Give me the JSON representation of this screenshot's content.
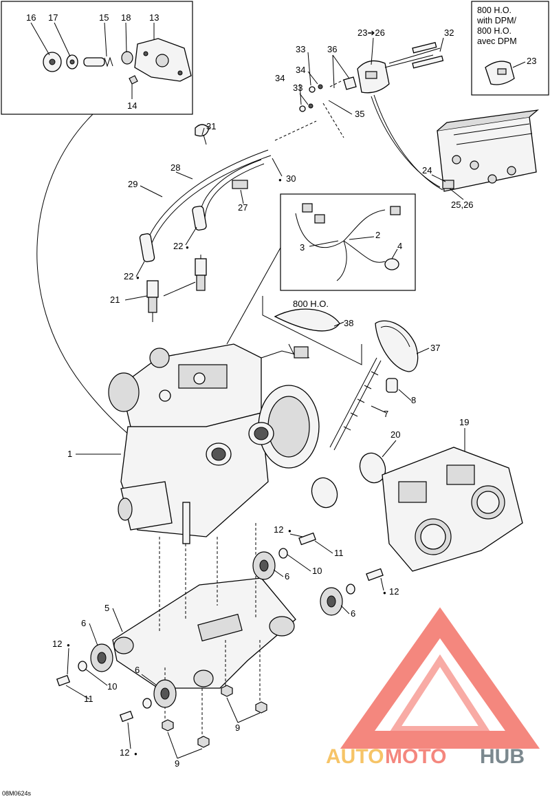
{
  "labels": {
    "p1": "1",
    "p2": "2",
    "p3": "3",
    "p4": "4",
    "p5": "5",
    "p6a": "6",
    "p6b": "6",
    "p6c": "6",
    "p6d": "6",
    "p7": "7",
    "p8": "8",
    "p9a": "9",
    "p9b": "9",
    "p10a": "10",
    "p10b": "10",
    "p11a": "11",
    "p11b": "11",
    "p12a": "12",
    "p12b": "12",
    "p12c": "12",
    "p12d": "12",
    "p13": "13",
    "p14": "14",
    "p15": "15",
    "p16": "16",
    "p17": "17",
    "p18": "18",
    "p19": "19",
    "p20": "20",
    "p21": "21",
    "p22a": "22",
    "p22b": "22",
    "p23": "23",
    "p23to26": "23➔26",
    "p24": "24",
    "p25_26": "25,26",
    "p27": "27",
    "p28": "28",
    "p29": "29",
    "p30": "30",
    "p31": "31",
    "p32": "32",
    "p33a": "33",
    "p33b": "33",
    "p34a": "34",
    "p34b": "34",
    "p35": "35",
    "p36": "36",
    "p37": "37",
    "p38": "38"
  },
  "model_note": "800 H.O.",
  "dpm_box": [
    "800 H.O.",
    "with DPM/",
    "800 H.O.",
    "avec DPM"
  ],
  "figure_code": "08M0624s",
  "watermark": {
    "part1": "AUTO",
    "part2": "MOTO",
    "part3": "HUB",
    "colors": {
      "auto": "#f5b642",
      "moto": "#f26a5e",
      "hub": "#5b6b73",
      "triangle": "#f26a5e"
    }
  }
}
